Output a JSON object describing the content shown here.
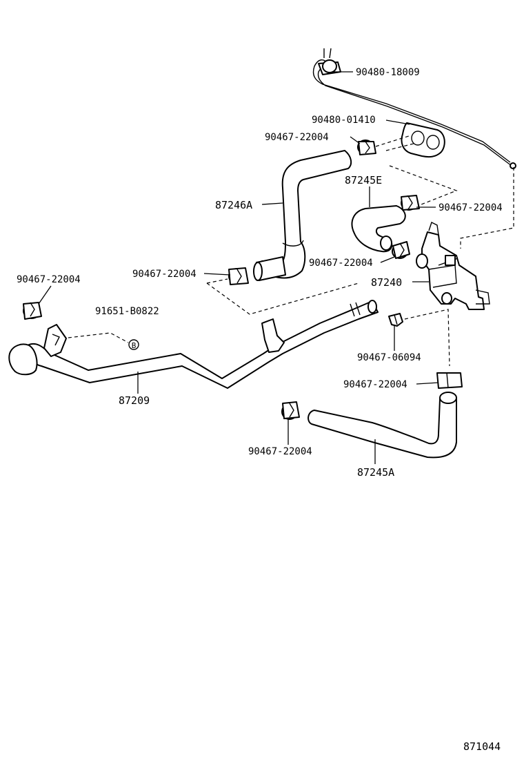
{
  "labels": {
    "grommet_top": "90480-18009",
    "grommet_plate": "90480-01410",
    "clamp_top_left": "90467-22004",
    "hose_upper_right": "87245E",
    "clamp_right_upper": "90467-22004",
    "hose_upper_left": "87246A",
    "clamp_mid_right": "90467-22004",
    "clamp_mid_left": "90467-22004",
    "clamp_far_left": "90467-22004",
    "valve": "87240",
    "bolt": "91651-B0822",
    "bolt_marker": "B",
    "clip": "90467-06094",
    "pipe": "87209",
    "clamp_lower_right": "90467-22004",
    "clamp_lower_left": "90467-22004",
    "hose_lower": "87245A",
    "diagram_number": "871044"
  }
}
